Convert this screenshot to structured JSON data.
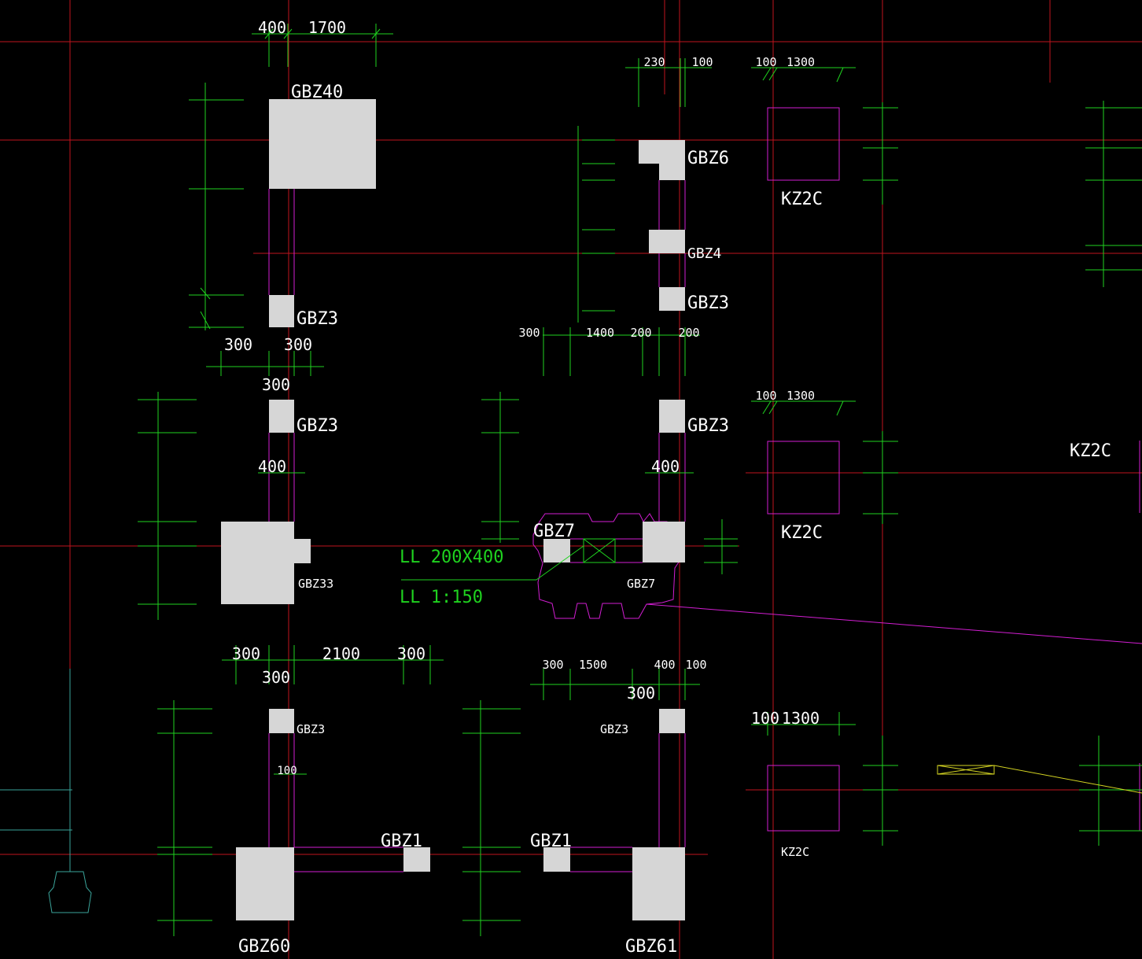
{
  "colors": {
    "background": "#000000",
    "axis_grid": "#c0141e",
    "dimension": "#1fd21f",
    "wall": "#d21ed2",
    "column_fill": "#d6d6d6",
    "label": "#ffffff",
    "leader": "#d4d422",
    "teal": "#3aa49a"
  },
  "dimensions": {
    "d_400": "400",
    "d_1700": "1700",
    "d_230": "230",
    "d_100": "100",
    "d_1300": "1300",
    "d_300": "300",
    "d_1400": "1400",
    "d_200": "200",
    "d_2100": "2100",
    "d_1500": "1500"
  },
  "labels": {
    "gbz40": "GBZ40",
    "gbz6": "GBZ6",
    "gbz4": "GBZ4",
    "gbz3": "GBZ3",
    "gbz33": "GBZ33",
    "gbz7": "GBZ7",
    "gbz1": "GBZ1",
    "gbz60": "GBZ60",
    "gbz61": "GBZ61",
    "kz2": "KZ2C"
  },
  "beam_note": {
    "line1": "LL 200X400",
    "line2": "LL 1:150"
  }
}
